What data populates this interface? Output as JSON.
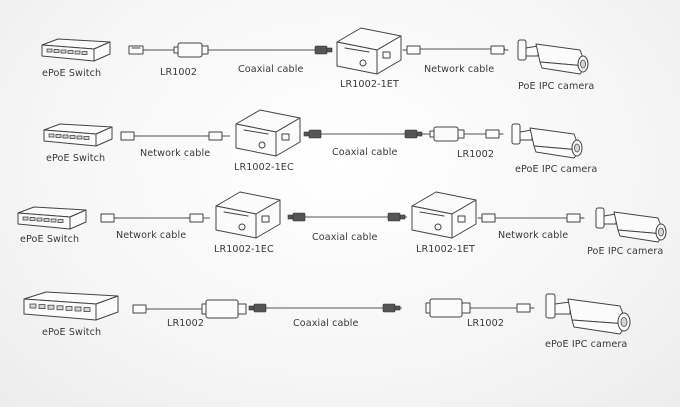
{
  "rows": [
    {
      "switch_label": "ePoE Switch",
      "extender1_label": "LR1002",
      "link1_label": "Coaxial cable",
      "receiver_label": "LR1002-1ET",
      "link2_label": "Network cable",
      "camera_label": "PoE IPC camera"
    },
    {
      "switch_label": "ePoE Switch",
      "link1_label": "Network cable",
      "converter_label": "LR1002-1EC",
      "link2_label": "Coaxial cable",
      "extender_label": "LR1002",
      "camera_label": "ePoE IPC camera"
    },
    {
      "switch_label": "ePoE Switch",
      "link1_label": "Network cable",
      "converter_label": "LR1002-1EC",
      "link2_label": "Coaxial cable",
      "receiver_label": "LR1002-1ET",
      "link3_label": "Network cable",
      "camera_label": "PoE IPC camera"
    },
    {
      "switch_label": "ePoE Switch",
      "extender1_label": "LR1002",
      "link_label": "Coaxial cable",
      "extender2_label": "LR1002",
      "camera_label": "ePoE IPC camera"
    }
  ]
}
